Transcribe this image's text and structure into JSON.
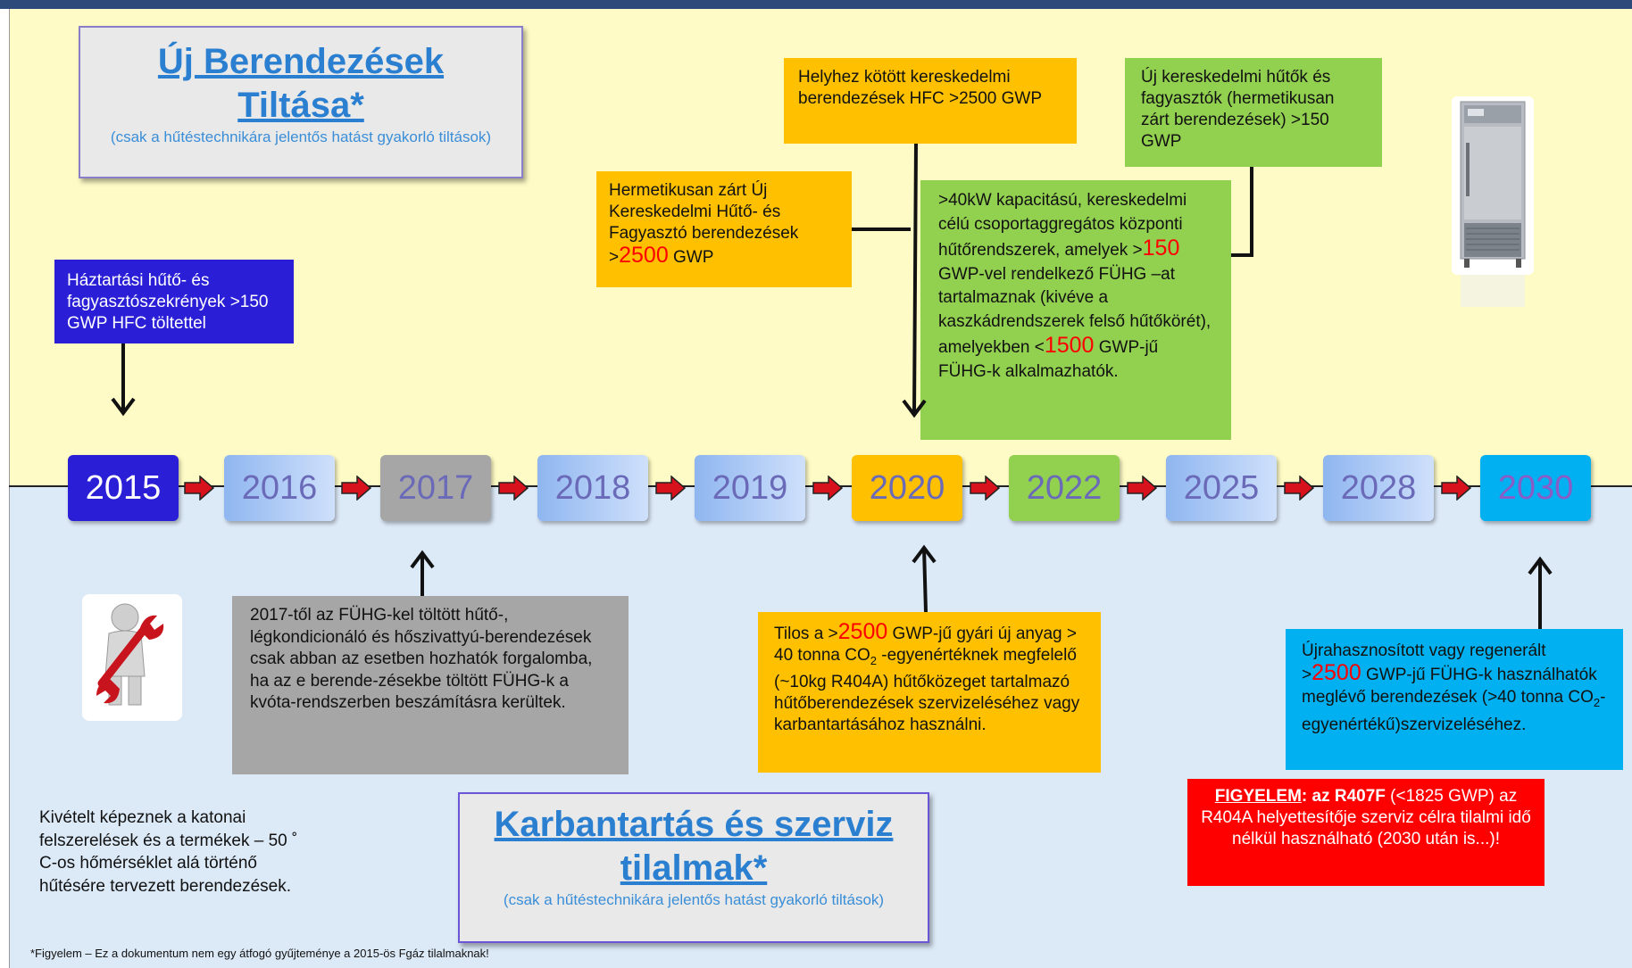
{
  "top_left_title": {
    "main": "Új Berendezések Tiltása*",
    "sub": "(csak a hűtéstechnikára jelentős hatást gyakorló tiltások)"
  },
  "bottom_title": {
    "main": "Karbantartás és szerviz tilalmak*",
    "sub": "(csak a hűtéstechnikára jelentős hatást gyakorló tiltások)"
  },
  "years": [
    "2015",
    "2016",
    "2017",
    "2018",
    "2019",
    "2020",
    "2022",
    "2025",
    "2028",
    "2030"
  ],
  "boxes": {
    "hazt": "Háztartási hűtő- és fagyasztószekrények >150 GWP HFC töltettel",
    "hermet": {
      "pre": "Hermetikusan zárt Új Kereskedelmi Hűtő- és Fagyasztó berendezések >",
      "num": "2500",
      "post": " GWP"
    },
    "helyhez": "Helyhez kötött kereskedelmi berendezések HFC >2500 GWP",
    "uj_ker": "Új kereskedelmi hűtők és fagyasztók (hermetikusan zárt berendezések) >150 GWP",
    "kw40": {
      "a": ">40kW kapacitású, kereskedelmi célú csoportaggregátos központi hűtőrendszerek, amelyek >",
      "num1": "150",
      "b": " GWP-vel rendelkező FÜHG –at tartalmaznak (kivéve a kaszkádrendszerek felső hűtőkörét), amelyekben <",
      "num2": "1500",
      "c": " GWP-jű FÜHG-k alkalmazhatók."
    },
    "y2017": "2017-től az FÜHG-kel töltött hűtő-, légkondicionáló és hőszivattyú-berendezések csak abban az esetben hozhatók forgalomba, ha az e berende-zésekbe töltött FÜHG-k a kvóta-rendszerben beszámításra kerültek.",
    "tilos": {
      "pre": "Tilos a >",
      "num": "2500",
      "mid": " GWP-jű gyári új anyag > 40 tonna CO",
      "sub": "2",
      "post": " -egyenértéknek megfelelő (~10kg R404A) hűtőközeget tartalmazó hűtőberendezések szervizeléséhez vagy karbantartásához használni."
    },
    "ujrahasz": {
      "pre": "Újrahasznosított vagy regenerált >",
      "num": "2500",
      "mid": " GWP-jű FÜHG-k használhatók meglévő berendezések  (>40 tonna CO",
      "sub": "2",
      "post": "-egyenértékű)szervizeléséhez."
    },
    "figyelem": {
      "label": "FIGYELEM",
      "bold": ": az R407F",
      "rest": " (<1825 GWP) az R404A  helyettesítője  szerviz célra tilalmi idő nélkül használható (2030 után is...)!"
    },
    "kivetel": "Kivételt képeznek a katonai felszerelések és a termékek – 50 ˚ C-os hőmérséklet alá történő  hűtésére tervezett berendezések.",
    "footnote": "*Figyelem – Ez a dokumentum nem egy átfogó gyűjteménye a 2015-ös Fgáz  tilalmaknak!"
  },
  "colors": {
    "upper_bg": "#fefbc6",
    "lower_bg": "#dce9f7",
    "navy": "#2a1fd6",
    "orange": "#ffc000",
    "green": "#92d050",
    "gray": "#a6a6a6",
    "cyan": "#00b0f0",
    "red": "#ff0000"
  },
  "icons": [
    "worker-wrench-icon",
    "refrigerator-icon",
    "red-arrow-icon"
  ]
}
